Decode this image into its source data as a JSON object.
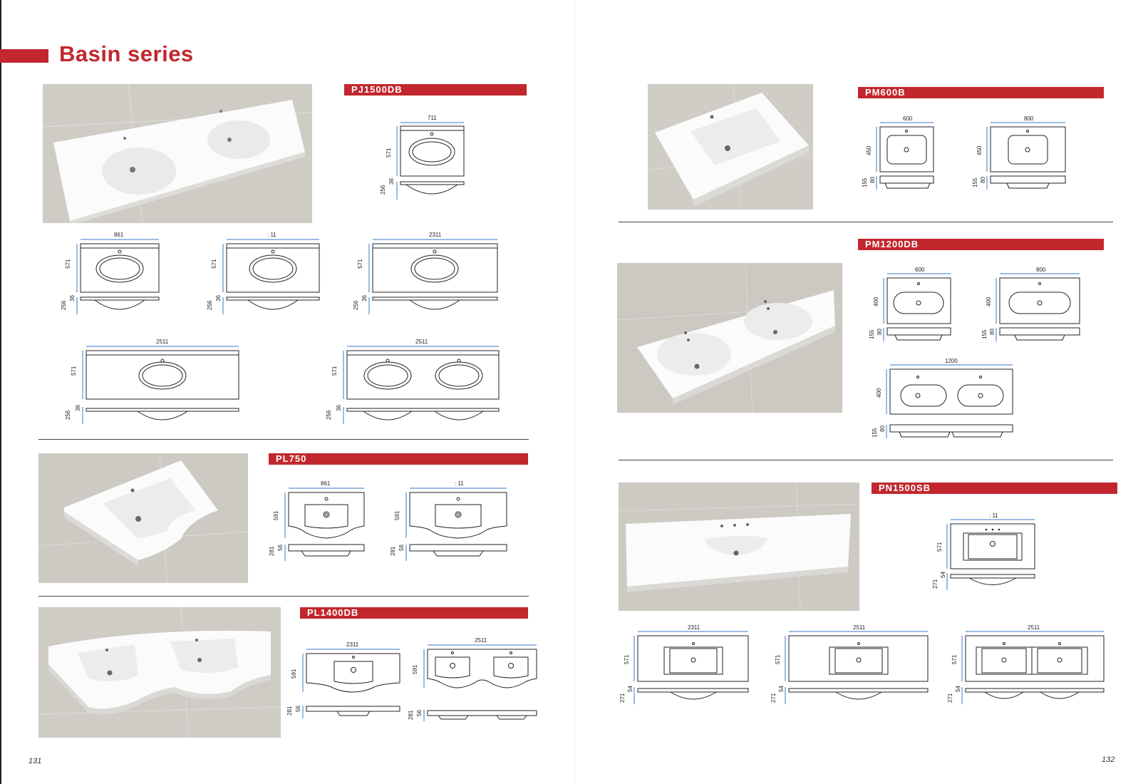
{
  "page": {
    "title": "Basin series",
    "page_left": "131",
    "page_right": "132"
  },
  "sections": {
    "pj1500db": {
      "model": "PJ1500DB"
    },
    "pl750": {
      "model": "PL750"
    },
    "pl1400db": {
      "model": "PL1400DB"
    },
    "pm600b": {
      "model": "PM600B"
    },
    "pm1200db": {
      "model": "PM1200DB"
    },
    "pn1500sb": {
      "model": "PN1500SB"
    }
  },
  "dims": {
    "d711": "711",
    "d861": "861",
    "d1011": ": 11",
    "d2311": "2311",
    "d2511": "2511",
    "d571": "571",
    "d591": "591",
    "d256": "256",
    "d36": "36",
    "d281": "281",
    "d56": "56",
    "d600": "600",
    "d800": "800",
    "d450": "450",
    "d400": "400",
    "d155": "155",
    "d80": "80",
    "d1200": "1200",
    "d271": "271",
    "d54": "54"
  }
}
